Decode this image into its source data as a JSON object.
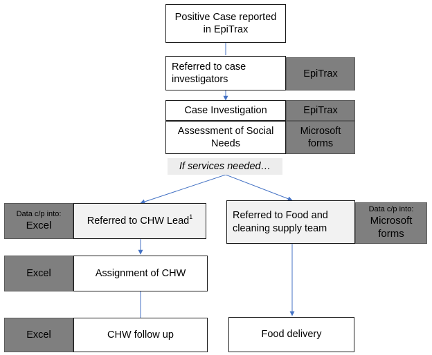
{
  "nodes": {
    "positive_case": "Positive Case reported in EpiTrax",
    "referred_investigators": "Referred to case investigators",
    "referred_investigators_tool": "EpiTrax",
    "case_investigation": "Case Investigation",
    "case_investigation_tool": "EpiTrax",
    "assessment_social_needs": "Assessment of Social Needs",
    "assessment_tool": "Microsoft forms",
    "condition": "If services needed…",
    "chw_lead_tool_note": "Data c/p into:",
    "chw_lead_tool": "Excel",
    "chw_lead": "Referred to CHW Lead",
    "chw_lead_footnote": "1",
    "food_team": "Referred to Food and cleaning supply team",
    "food_team_tool_note": "Data c/p into:",
    "food_team_tool": "Microsoft forms",
    "assignment_tool": "Excel",
    "assignment_chw": "Assignment of CHW",
    "followup_tool": "Excel",
    "chw_followup": "CHW follow up",
    "food_delivery": "Food delivery"
  },
  "colors": {
    "box_border": "#1a1a1a",
    "tool_fill": "#7f7f7f",
    "light_fill": "#f2f2f2",
    "arrow": "#4472c4"
  }
}
